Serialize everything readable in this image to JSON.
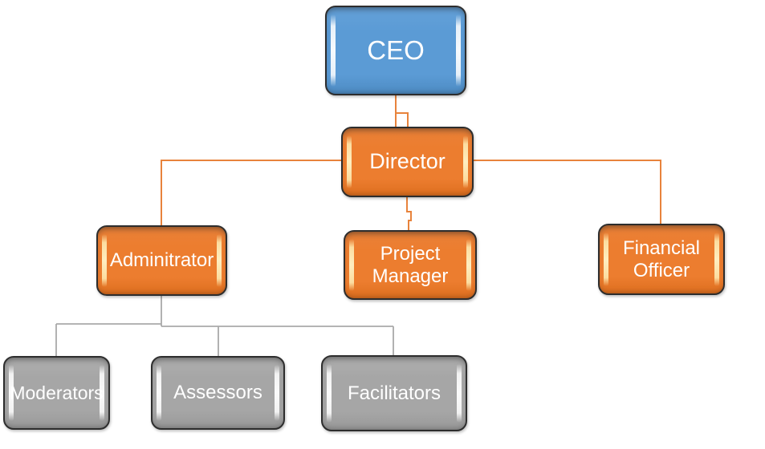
{
  "diagram": {
    "type": "org-chart",
    "nodes": {
      "ceo": {
        "label": "CEO",
        "fill": "#5B9BD5"
      },
      "director": {
        "label": "Director",
        "fill": "#EC7D2F"
      },
      "adminitrator": {
        "label": "Adminitrator",
        "fill": "#EC7D2F"
      },
      "project_manager": {
        "label": "Project Manager",
        "fill": "#EC7D2F"
      },
      "financial_officer": {
        "label": "Financial Officer",
        "fill": "#EC7D2F"
      },
      "moderators": {
        "label": "Moderators",
        "fill": "#A6A6A6"
      },
      "assessors": {
        "label": "Assessors",
        "fill": "#A6A6A6"
      },
      "facilitators": {
        "label": "Facilitators",
        "fill": "#A6A6A6"
      }
    },
    "edges": [
      {
        "from": "CEO",
        "to": "Director",
        "color": "#E8833C"
      },
      {
        "from": "Director",
        "to": "Adminitrator",
        "color": "#E8833C"
      },
      {
        "from": "Director",
        "to": "Project Manager",
        "color": "#E8833C"
      },
      {
        "from": "Director",
        "to": "Financial Officer",
        "color": "#E8833C"
      },
      {
        "from": "Adminitrator",
        "to": "Moderators",
        "color": "#A9A9A9"
      },
      {
        "from": "Adminitrator",
        "to": "Assessors",
        "color": "#A9A9A9"
      },
      {
        "from": "Adminitrator",
        "to": "Facilitators",
        "color": "#A9A9A9"
      }
    ],
    "colors": {
      "executive_fill": "#5B9BD5",
      "management_fill": "#EC7D2F",
      "team_fill": "#A6A6A6",
      "border": "#2D2D2D",
      "text": "#FFFFFF",
      "connector_orange": "#E8833C",
      "connector_gray": "#A9A9A9"
    }
  }
}
